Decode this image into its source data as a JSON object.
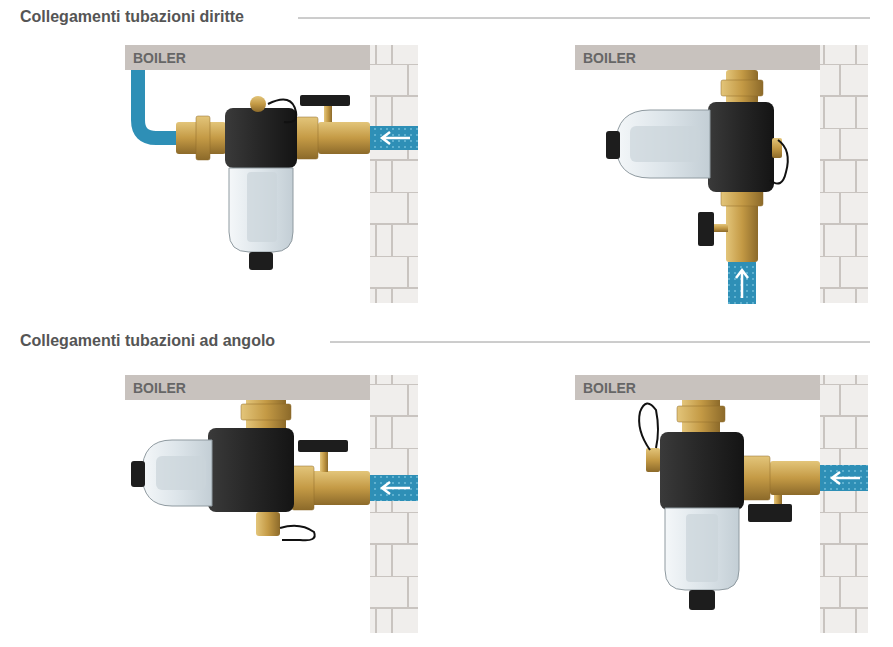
{
  "diagram": {
    "nodes": [
      {
        "text": [
          "BOILER"
        ]
      },
      {
        "text": [
          "BOILER"
        ]
      },
      {
        "text": [
          "BOILER"
        ]
      },
      {
        "text": [
          "BOILER"
        ]
      }
    ],
    "labels": [
      "Collegamenti tubazioni diritte",
      "Collegamenti tubazioni ad angolo"
    ]
  }
}
